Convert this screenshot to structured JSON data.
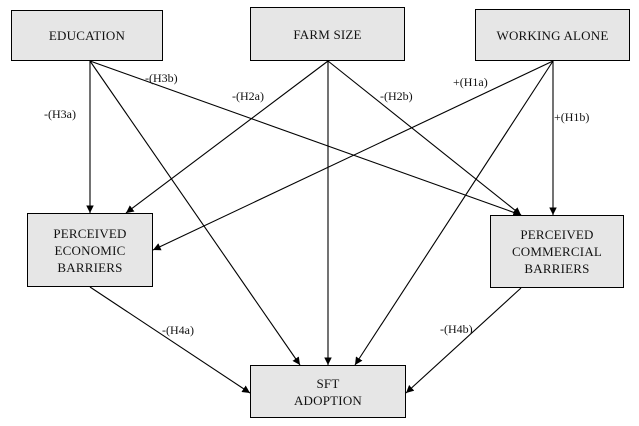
{
  "nodes": {
    "education": [
      "EDUCATION"
    ],
    "farm_size": [
      "FARM SIZE"
    ],
    "working_alone": [
      "WORKING ALONE"
    ],
    "economic": [
      "PERCEIVED",
      "ECONOMIC",
      "BARRIERS"
    ],
    "commercial": [
      "PERCEIVED",
      "COMMERCIAL",
      "BARRIERS"
    ],
    "sft": [
      "SFT",
      "ADOPTION"
    ]
  },
  "edges": [
    {
      "from": "education",
      "to": "economic",
      "label": "-(H3a)"
    },
    {
      "from": "education",
      "to": "commercial",
      "label": "-(H3b)"
    },
    {
      "from": "education",
      "to": "sft",
      "label": ""
    },
    {
      "from": "farm_size",
      "to": "economic",
      "label": "-(H2a)"
    },
    {
      "from": "farm_size",
      "to": "commercial",
      "label": "-(H2b)"
    },
    {
      "from": "farm_size",
      "to": "sft",
      "label": ""
    },
    {
      "from": "working_alone",
      "to": "economic",
      "label": "+(H1a)"
    },
    {
      "from": "working_alone",
      "to": "commercial",
      "label": "+(H1b)"
    },
    {
      "from": "working_alone",
      "to": "sft",
      "label": ""
    },
    {
      "from": "economic",
      "to": "sft",
      "label": "-(H4a)"
    },
    {
      "from": "commercial",
      "to": "sft",
      "label": "-(H4b)"
    }
  ]
}
